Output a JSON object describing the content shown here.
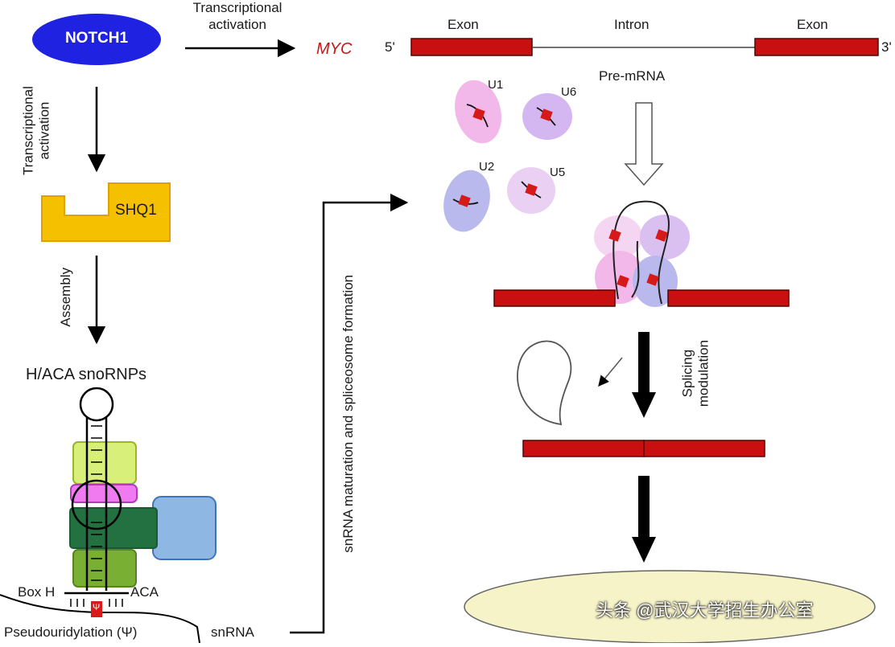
{
  "notch1": "NOTCH1",
  "top_arrow_label": [
    "Transcriptional",
    "activation"
  ],
  "left_arrow_label": [
    "Transcriptional",
    "activation"
  ],
  "myc": "MYC",
  "five_prime": "5'",
  "three_prime": "3'",
  "exon_left": "Exon",
  "intron": "Intron",
  "exon_right": "Exon",
  "pre_mrna": "Pre-mRNA",
  "shq1": "SHQ1",
  "assembly": "Assembly",
  "snornps": "H/ACA snoRNPs",
  "box_h": "Box H",
  "aca": "ACA",
  "psi": "Ψ",
  "pseudouridylation": "Pseudouridylation (Ψ)",
  "snrna": "snRNA",
  "snrna_maturation": "snRNA maturation and spliceosome formation",
  "u1": "U1",
  "u6": "U6",
  "u2": "U2",
  "u5": "U5",
  "splicing_modulation": [
    "Splicing",
    "modulation"
  ],
  "watermark": "头条 @武汉大学招生办公室",
  "colors": {
    "notch1": "#1f22e0",
    "exon": "#c90f0f",
    "shq1": "#f5b800",
    "u1": "#f2b8ea",
    "u6": "#d4b6f0",
    "u2": "#b9b9ee",
    "u5": "#ead0f2",
    "oval_bottom": "#f7f3c8"
  }
}
